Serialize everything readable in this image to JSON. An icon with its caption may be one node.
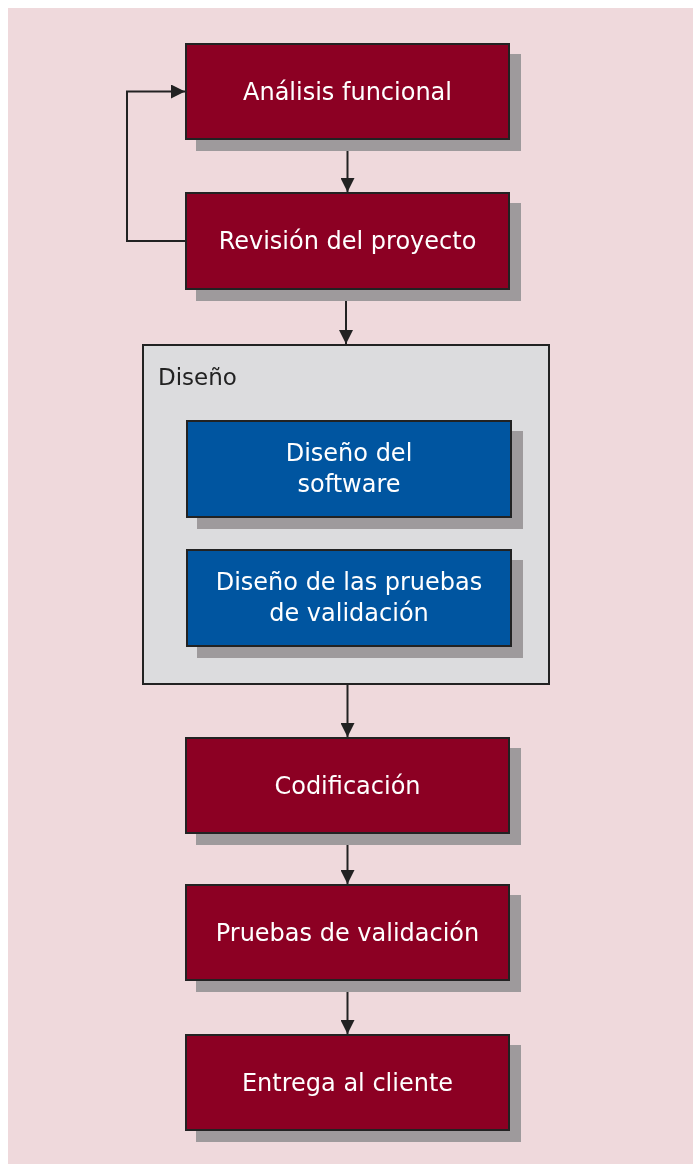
{
  "diagram": {
    "nodes": [
      {
        "text": [
          "Análisis funcional"
        ]
      },
      {
        "text": [
          "Revisión del proyecto"
        ]
      },
      {
        "text": [
          "Diseño"
        ]
      },
      {
        "text": [
          "Diseño del software"
        ],
        "in": 2
      },
      {
        "text": [
          "Diseño de las pruebas de validación"
        ],
        "in": 2
      },
      {
        "text": [
          "Codificación"
        ]
      },
      {
        "text": [
          "Pruebas de validación"
        ]
      },
      {
        "text": [
          "Entrega al cliente"
        ]
      }
    ],
    "edges": [
      {
        "from": 0,
        "to": 1,
        "arrow": "to"
      },
      {
        "from": 1,
        "to": 0,
        "arrow": "to"
      },
      {
        "from": 1,
        "to": 2,
        "arrow": "to"
      },
      {
        "from": 2,
        "to": 5,
        "arrow": "to"
      },
      {
        "from": 5,
        "to": 6,
        "arrow": "to"
      },
      {
        "from": 6,
        "to": 7,
        "arrow": "to"
      }
    ]
  }
}
